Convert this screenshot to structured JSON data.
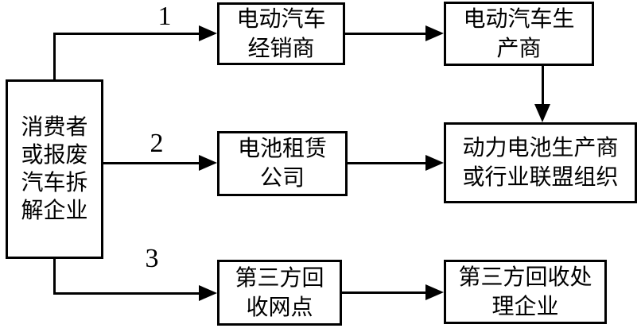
{
  "diagram": {
    "title_implicit": "",
    "background_color": "#ffffff",
    "line_color": "#000000",
    "nodes": {
      "consumer": {
        "lines": [
          "消费者",
          "或报废",
          "汽车拆",
          "解企业"
        ]
      },
      "ev_dealer": {
        "lines": [
          "电动汽车",
          "经销商"
        ]
      },
      "ev_manufacturer": {
        "lines": [
          "电动汽车生",
          "产商"
        ]
      },
      "battery_leasing": {
        "lines": [
          "电池租赁",
          "公司"
        ]
      },
      "power_battery_alliance": {
        "lines": [
          "动力电池生产商",
          "或行业联盟组织"
        ]
      },
      "third_party_outlet": {
        "lines": [
          "第三方回",
          "收网点"
        ]
      },
      "third_party_processor": {
        "lines": [
          "第三方回收处",
          "理企业"
        ]
      }
    },
    "edge_labels": {
      "path1": "1",
      "path2": "2",
      "path3": "3"
    }
  }
}
